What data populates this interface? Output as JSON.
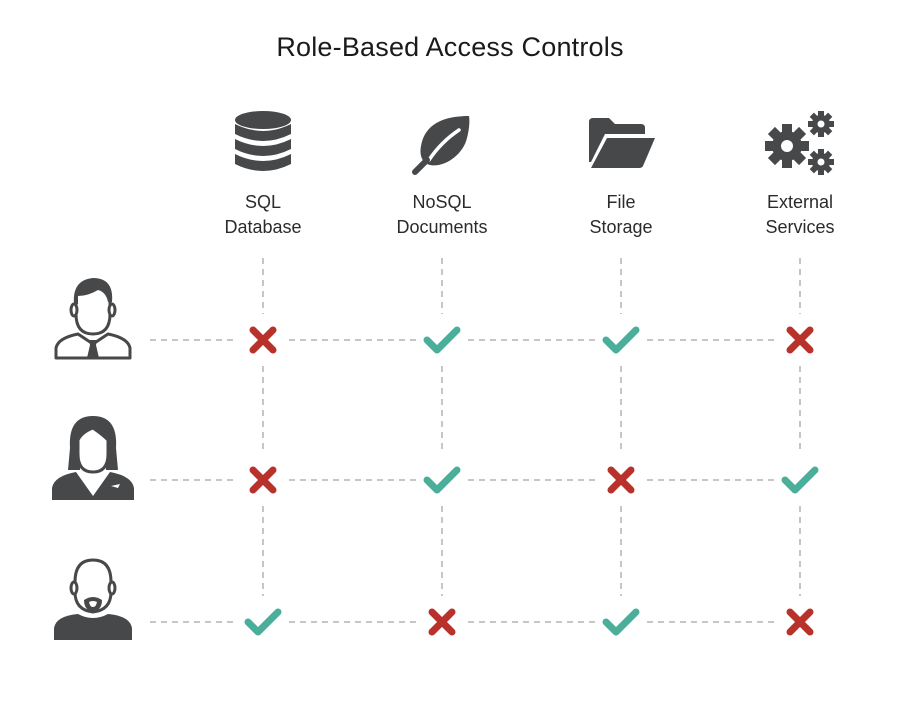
{
  "title": "Role-Based Access Controls",
  "colors": {
    "allowed": "#4aae9b",
    "denied": "#b8312a",
    "icon": "#47484a",
    "connector": "#c6c6c6"
  },
  "resources": [
    {
      "id": "sql",
      "icon": "database-icon",
      "label_line1": "SQL",
      "label_line2": "Database"
    },
    {
      "id": "nosql",
      "icon": "leaf-icon",
      "label_line1": "NoSQL",
      "label_line2": "Documents"
    },
    {
      "id": "files",
      "icon": "folder-icon",
      "label_line1": "File",
      "label_line2": "Storage"
    },
    {
      "id": "external",
      "icon": "gears-icon",
      "label_line1": "External",
      "label_line2": "Services"
    }
  ],
  "roles": [
    {
      "id": "man-with-tie",
      "icon": "user-man-tie-icon",
      "access": [
        "denied",
        "allowed",
        "allowed",
        "denied"
      ]
    },
    {
      "id": "woman",
      "icon": "user-woman-icon",
      "access": [
        "denied",
        "allowed",
        "denied",
        "allowed"
      ]
    },
    {
      "id": "bald-man-goatee",
      "icon": "user-bald-goatee-icon",
      "access": [
        "allowed",
        "denied",
        "allowed",
        "denied"
      ]
    }
  ]
}
